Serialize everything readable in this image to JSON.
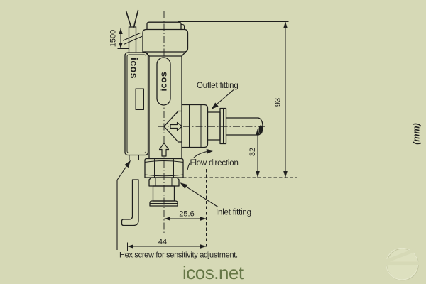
{
  "colors": {
    "background": "#d6d9b6",
    "ink": "#1f1f1e",
    "brand_green": "#667747"
  },
  "drawing": {
    "type": "technical-dimension-drawing",
    "subject": "flow switch side view",
    "brand_enclosure_label": "icos",
    "brand_capsule_label": "icos",
    "units_note": "(mm)",
    "annotations": {
      "outlet": "Outlet fitting",
      "flow": "Flow direction",
      "inlet": "Inlet fitting",
      "hex_screw": "Hex screw for sensitivity adjustment."
    },
    "dimensions": {
      "cable_length": "1500",
      "overall_height": "93",
      "outlet_center_height": "32",
      "inlet_center_offset": "25.6",
      "overall_width": "44"
    }
  },
  "footer": {
    "website": "icos.net"
  }
}
